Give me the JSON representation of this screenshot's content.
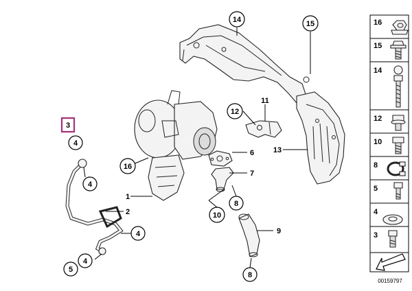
{
  "diagram": {
    "highlight_color": "#d6187e",
    "callouts": [
      {
        "id": "c3",
        "label": "3",
        "highlighted": true
      },
      {
        "id": "c4a",
        "label": "4"
      },
      {
        "id": "c4b",
        "label": "4"
      },
      {
        "id": "c2",
        "label": "2"
      },
      {
        "id": "c4c",
        "label": "4"
      },
      {
        "id": "c4d",
        "label": "4"
      },
      {
        "id": "c5",
        "label": "5"
      },
      {
        "id": "c1",
        "label": "1"
      },
      {
        "id": "c16",
        "label": "16"
      },
      {
        "id": "c14",
        "label": "14"
      },
      {
        "id": "c15",
        "label": "15"
      },
      {
        "id": "c12",
        "label": "12"
      },
      {
        "id": "c11",
        "label": "11"
      },
      {
        "id": "c6",
        "label": "6"
      },
      {
        "id": "c7",
        "label": "7"
      },
      {
        "id": "c8a",
        "label": "8"
      },
      {
        "id": "c10",
        "label": "10"
      },
      {
        "id": "c9",
        "label": "9"
      },
      {
        "id": "c8b",
        "label": "8"
      },
      {
        "id": "c13",
        "label": "13"
      }
    ],
    "legend": [
      {
        "label": "16",
        "icon": "flange-nut-icon"
      },
      {
        "label": "15",
        "icon": "flange-bolt-icon"
      },
      {
        "label": "14",
        "icon": "long-stud-bolt-icon"
      },
      {
        "label": "12",
        "icon": "collar-screw-icon"
      },
      {
        "label": "10",
        "icon": "hex-bolt-icon"
      },
      {
        "label": "8",
        "icon": "hose-clamp-icon"
      },
      {
        "label": "5",
        "icon": "hollow-bolt-icon"
      },
      {
        "label": "4",
        "icon": "sealing-ring-icon"
      },
      {
        "label": "3",
        "icon": "banjo-bolt-icon"
      }
    ],
    "diagram_number": "00159797"
  }
}
